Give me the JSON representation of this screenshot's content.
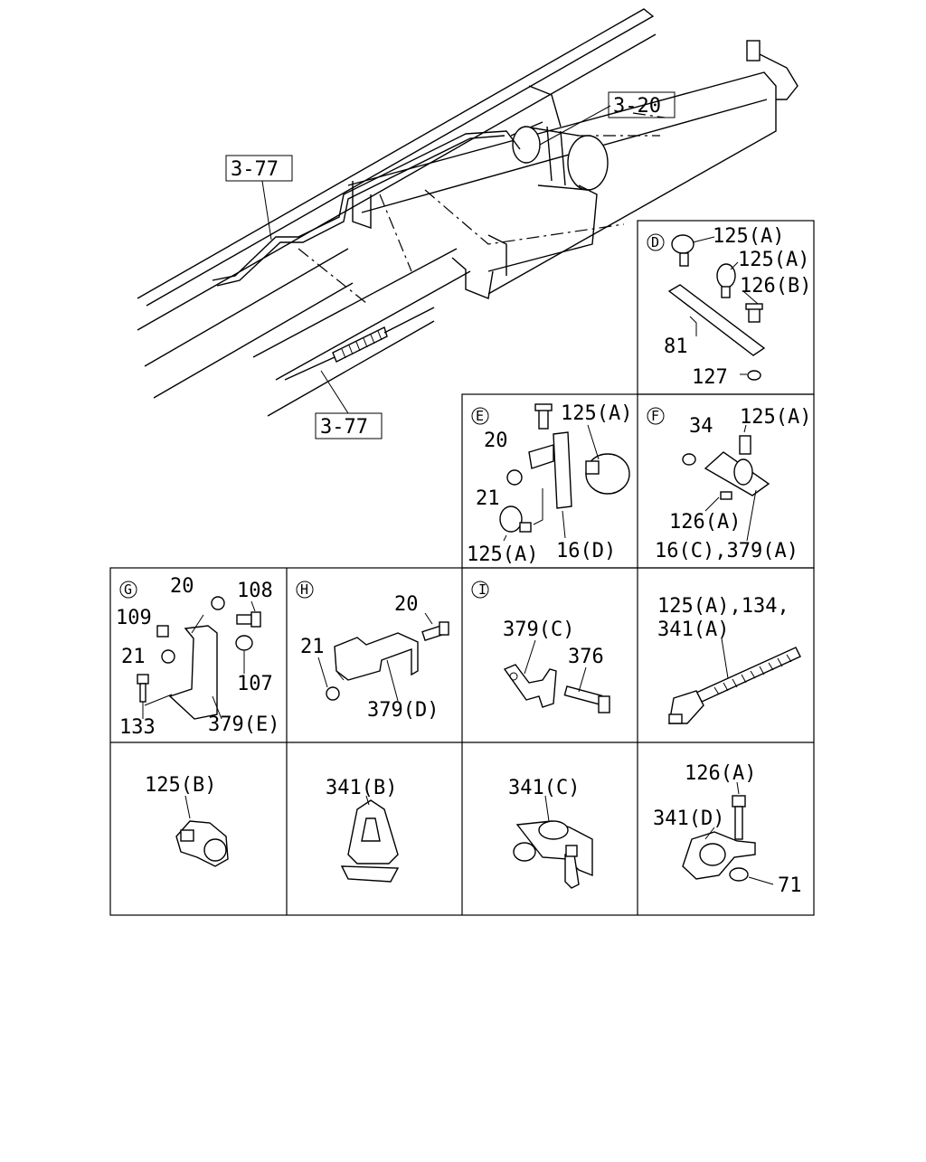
{
  "overview": {
    "refs": [
      "3-20",
      "3-77",
      "3-77"
    ]
  },
  "panels": {
    "D": {
      "letter": "D",
      "labels": [
        "125(A)",
        "125(A)",
        "126(B)",
        "81",
        "127"
      ]
    },
    "E": {
      "letter": "E",
      "labels": [
        "125(A)",
        "20",
        "21",
        "125(A)",
        "16(D)"
      ]
    },
    "F": {
      "letter": "F",
      "labels": [
        "34",
        "125(A)",
        "126(A)",
        "16(C),379(A)"
      ]
    },
    "G": {
      "letter": "G",
      "labels": [
        "20",
        "108",
        "109",
        "21",
        "107",
        "133",
        "379(E)"
      ]
    },
    "H": {
      "letter": "H",
      "labels": [
        "20",
        "21",
        "379(D)"
      ]
    },
    "I": {
      "letter": "I",
      "labels": [
        "379(C)",
        "376"
      ]
    },
    "tie": {
      "labels": [
        "125(A),134,",
        "341(A)"
      ]
    },
    "clip_b": {
      "labels": [
        "125(B)"
      ]
    },
    "clip_341b": {
      "labels": [
        "341(B)"
      ]
    },
    "clip_341c": {
      "labels": [
        "341(C)"
      ]
    },
    "clip_341d": {
      "labels": [
        "126(A)",
        "341(D)",
        "71"
      ]
    }
  }
}
